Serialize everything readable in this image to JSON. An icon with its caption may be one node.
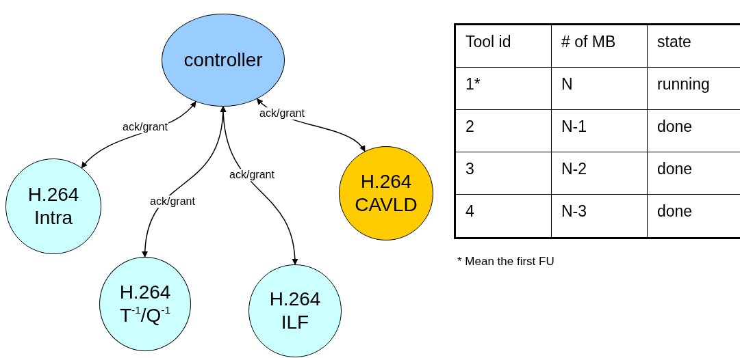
{
  "diagram": {
    "nodes": [
      {
        "text": [
          "controller"
        ]
      },
      {
        "text": [
          "H.264 Intra"
        ]
      },
      {
        "text": [
          "H.264 T$^{-1}$/Q$^{-1}$"
        ]
      },
      {
        "text": [
          "H.264 ILF"
        ]
      },
      {
        "text": [
          "H.264 CAVLD"
        ]
      }
    ],
    "edges": [
      {
        "from": 0,
        "to": 1,
        "arrow": "both",
        "label": "ack/grant"
      },
      {
        "from": 0,
        "to": 2,
        "arrow": "both",
        "label": "ack/grant"
      },
      {
        "from": 0,
        "to": 3,
        "arrow": "both",
        "label": "ack/grant"
      },
      {
        "from": 0,
        "to": 4,
        "arrow": "both",
        "label": "ack/grant"
      }
    ],
    "labels": [
      "Tool id",
      "# of MB",
      "state",
      "1*",
      "N",
      "running",
      "2",
      "N-1",
      "done",
      "3",
      "N-2",
      "done",
      "4",
      "N-3",
      "done",
      "* Mean the first FU"
    ]
  }
}
